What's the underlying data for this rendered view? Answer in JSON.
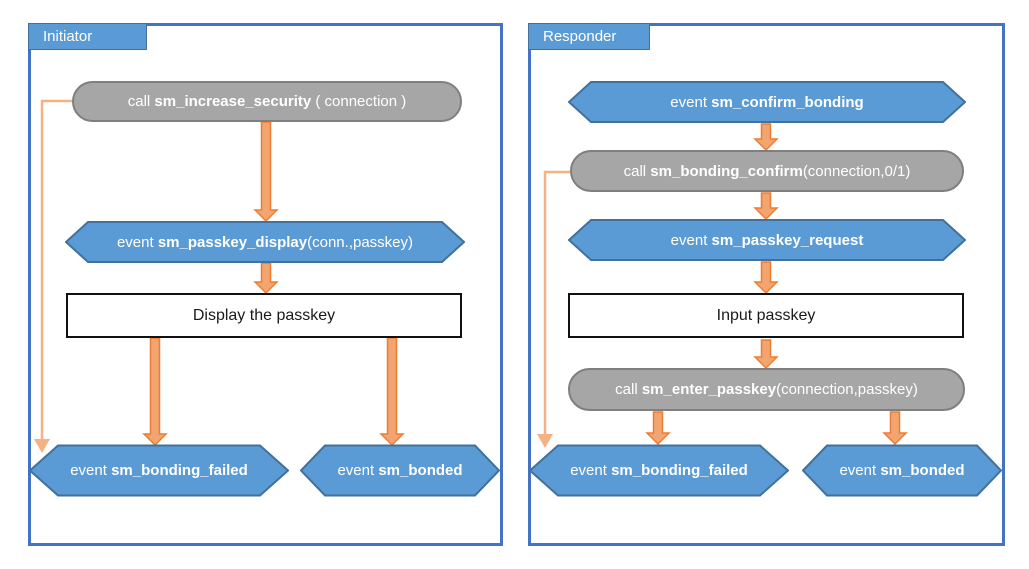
{
  "panels": [
    {
      "title": "Initiator",
      "nodes": {
        "increase_security": {
          "prefix": "call ",
          "name": "sm_increase_security",
          "suffix": " ( connection )"
        },
        "passkey_display": {
          "prefix": "event ",
          "name": "sm_passkey_display",
          "suffix": "(conn.,passkey)"
        },
        "display_passkey": {
          "label": "Display the passkey"
        },
        "bonding_failed": {
          "prefix": "event ",
          "name": "sm_bonding_failed",
          "suffix": ""
        },
        "bonded": {
          "prefix": "event ",
          "name": "sm_bonded",
          "suffix": ""
        }
      }
    },
    {
      "title": "Responder",
      "nodes": {
        "confirm_bonding": {
          "prefix": "event ",
          "name": "sm_confirm_bonding",
          "suffix": ""
        },
        "bonding_confirm": {
          "prefix": "call ",
          "name": "sm_bonding_confirm",
          "suffix": "(connection,0/1)"
        },
        "passkey_request": {
          "prefix": "event ",
          "name": "sm_passkey_request",
          "suffix": ""
        },
        "input_passkey": {
          "label": "Input passkey"
        },
        "enter_passkey": {
          "prefix": "call ",
          "name": "sm_enter_passkey",
          "suffix": "(connection,passkey)"
        },
        "bonding_failed": {
          "prefix": "event ",
          "name": "sm_bonding_failed",
          "suffix": ""
        },
        "bonded": {
          "prefix": "event ",
          "name": "sm_bonded",
          "suffix": ""
        }
      }
    }
  ],
  "colors": {
    "accent_blue": "#5B9BD5",
    "blue_border": "#41719C",
    "frame_border": "#4472C4",
    "gray_fill": "#A6A6A6",
    "gray_border": "#7F7F7F",
    "arrow_orange": "#ED7D31",
    "arrow_orange_light": "#F4B183"
  }
}
